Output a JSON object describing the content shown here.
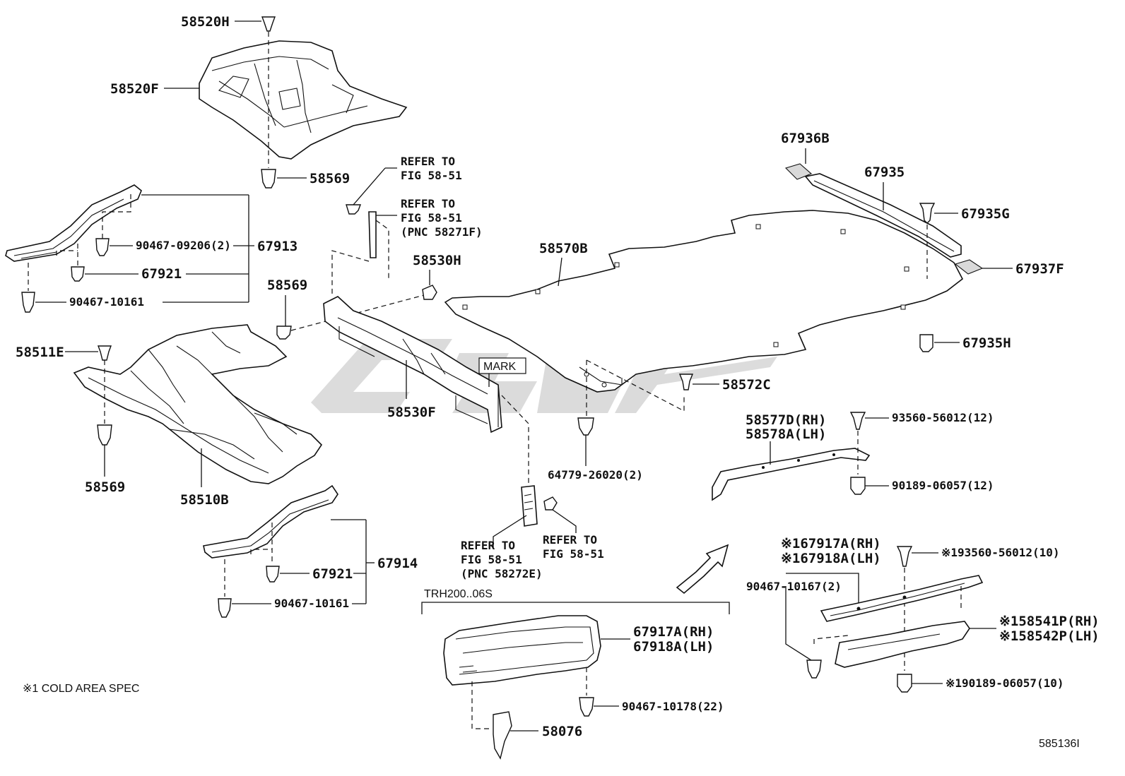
{
  "labels": {
    "p58520H": "58520H",
    "p58520F": "58520F",
    "p58569_top": "58569",
    "refer1_a": "REFER TO",
    "refer1_b": "FIG 58-51",
    "refer2_a": "REFER TO",
    "refer2_b": "FIG 58-51",
    "refer2_c": "(PNC 58271F)",
    "p90467_09206": "90467-09206(2)",
    "p67913": "67913",
    "p67921_top": "67921",
    "p90467_10161_top": "90467-10161",
    "p58569_mid": "58569",
    "p58530H": "58530H",
    "p58570B": "58570B",
    "p67936B": "67936B",
    "p67935": "67935",
    "p67935G": "67935G",
    "p67937F": "67937F",
    "p67935H": "67935H",
    "p58511E": "58511E",
    "mark": "MARK",
    "p58530F": "58530F",
    "p58572C": "58572C",
    "p58569_low": "58569",
    "p58510B": "58510B",
    "p64779": "64779-26020(2)",
    "p58577D": "58577D(RH)",
    "p58578A": "58578A(LH)",
    "p93560_12": "93560-56012(12)",
    "p90189_12": "90189-06057(12)",
    "refer3_a": "REFER TO",
    "refer3_b": "FIG 58-51",
    "refer3_c": "(PNC 58272E)",
    "refer4_a": "REFER TO",
    "refer4_b": "FIG 58-51",
    "p67921_low": "67921",
    "p67914": "67914",
    "p90467_10161_low": "90467-10161",
    "p67917A_cold": "※167917A(RH)",
    "p67918A_cold": "※167918A(LH)",
    "p93560_10": "※193560-56012(10)",
    "p90467_10167": "90467-10167(2)",
    "trh": "TRH200..06S",
    "p67917A": "67917A(RH)",
    "p67918A": "67918A(LH)",
    "p58541P": "※158541P(RH)",
    "p58542P": "※158542P(LH)",
    "p90467_10178": "90467-10178(22)",
    "p90189_10": "※190189-06057(10)",
    "p58076": "58076",
    "note": "※1 COLD AREA SPEC",
    "figno": "585136I"
  }
}
